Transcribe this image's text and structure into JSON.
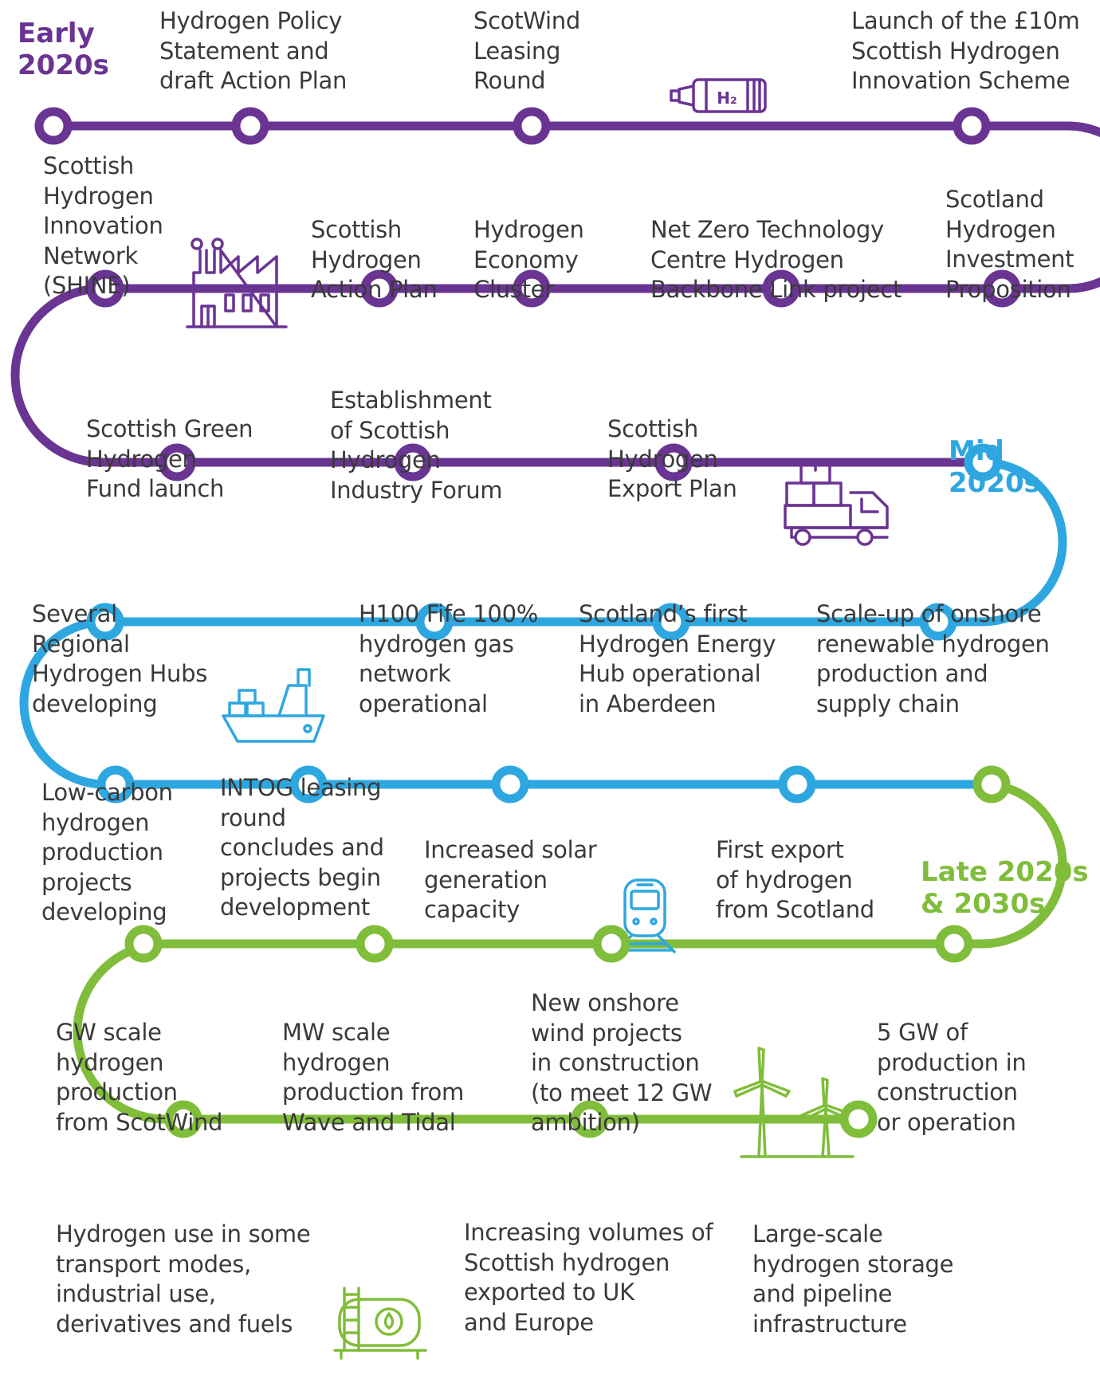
{
  "colors": {
    "early": "#6a3493",
    "mid": "#2ea7e0",
    "late": "#80bd3a",
    "text": "#3a3a3a",
    "node_fill": "#ffffff"
  },
  "eras": [
    {
      "label": "Early\n2020s",
      "color": "#6a3493"
    },
    {
      "label": "Mid\n2020s",
      "color": "#2ea7e0"
    },
    {
      "label": "Late 2020s\n& 2030s",
      "color": "#80bd3a"
    }
  ],
  "milestones": [
    {
      "text": "Hydrogen Policy\nStatement and\ndraft Action Plan",
      "era": "early"
    },
    {
      "text": "ScotWind\nLeasing\nRound",
      "era": "early"
    },
    {
      "text": "Launch of the £10m\nScottish Hydrogen\nInnovation Scheme",
      "era": "early"
    },
    {
      "text": "Scottish\nHydrogen\nInnovation\nNetwork\n(SHINE)",
      "era": "early"
    },
    {
      "text": "Scottish\nHydrogen\nAction Plan",
      "era": "early"
    },
    {
      "text": "Hydrogen\nEconomy\nCluster",
      "era": "early"
    },
    {
      "text": "Net Zero Technology\nCentre Hydrogen\nBackbone Link project",
      "era": "early"
    },
    {
      "text": "Scotland\nHydrogen\nInvestment\nProposition",
      "era": "early"
    },
    {
      "text": "Scottish Green\nHydrogen\nFund launch",
      "era": "early"
    },
    {
      "text": "Establishment\nof Scottish\nHydrogen\nIndustry Forum",
      "era": "early"
    },
    {
      "text": "Scottish\nHydrogen\nExport Plan",
      "era": "early"
    },
    {
      "text": "Several\nRegional\nHydrogen Hubs\ndeveloping",
      "era": "mid"
    },
    {
      "text": "H100 Fife 100%\nhydrogen gas\nnetwork\noperational",
      "era": "mid"
    },
    {
      "text": "Scotland’s first\nHydrogen Energy\nHub operational\nin Aberdeen",
      "era": "mid"
    },
    {
      "text": "Scale-up of onshore\nrenewable hydrogen\nproduction and\nsupply chain",
      "era": "mid"
    },
    {
      "text": "Low-carbon\nhydrogen\nproduction\nprojects\ndeveloping",
      "era": "mid"
    },
    {
      "text": "INTOG leasing\nround\nconcludes and\nprojects begin\ndevelopment",
      "era": "mid"
    },
    {
      "text": "Increased solar\ngeneration\ncapacity",
      "era": "mid"
    },
    {
      "text": "First export\nof hydrogen\nfrom Scotland",
      "era": "mid"
    },
    {
      "text": "GW scale\nhydrogen\nproduction\nfrom ScotWind",
      "era": "late"
    },
    {
      "text": "MW scale\nhydrogen\nproduction from\nWave and Tidal",
      "era": "late"
    },
    {
      "text": "New onshore\nwind projects\nin construction\n(to meet 12 GW\nambition)",
      "era": "late"
    },
    {
      "text": "5 GW of\nproduction in\nconstruction\nor operation",
      "era": "late"
    },
    {
      "text": "Hydrogen use in some\ntransport modes,\nindustrial use,\nderivatives and fuels",
      "era": "late"
    },
    {
      "text": "Increasing volumes of\nScottish hydrogen\nexported to UK\nand Europe",
      "era": "late"
    },
    {
      "text": "Large-scale\nhydrogen storage\nand pipeline\ninfrastructure",
      "era": "late"
    }
  ],
  "icons": [
    {
      "name": "hydrogen-tank-icon",
      "text": "H₂"
    },
    {
      "name": "factory-icon"
    },
    {
      "name": "delivery-truck-icon"
    },
    {
      "name": "cargo-ship-icon"
    },
    {
      "name": "train-icon"
    },
    {
      "name": "wind-turbines-icon"
    },
    {
      "name": "fuel-tank-icon"
    }
  ]
}
